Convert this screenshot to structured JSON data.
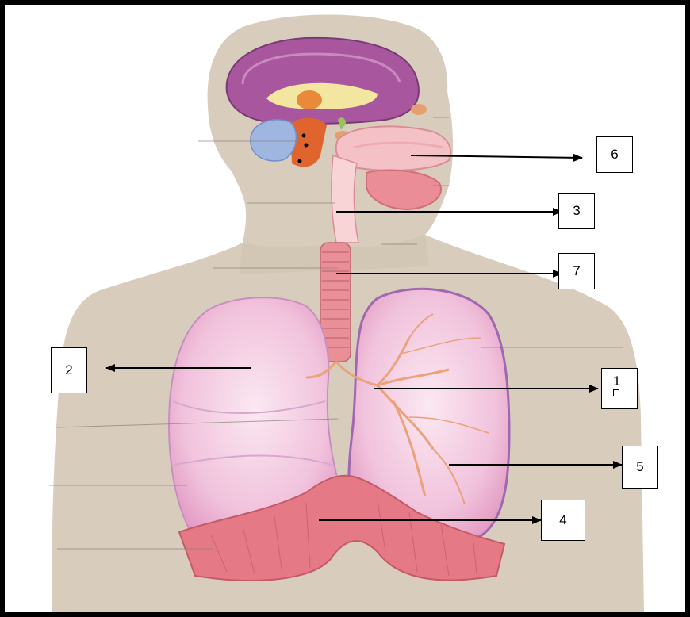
{
  "diagram": {
    "labels": [
      {
        "id": "box-6",
        "text": "6"
      },
      {
        "id": "box-3",
        "text": "3"
      },
      {
        "id": "box-7",
        "text": "7"
      },
      {
        "id": "box-2",
        "text": "2"
      },
      {
        "id": "box-1",
        "text": "1"
      },
      {
        "id": "box-5",
        "text": "5"
      },
      {
        "id": "box-4",
        "text": "4"
      }
    ]
  },
  "colors": {
    "skin": "#d7ccbc",
    "lung": "#f3c9e0",
    "lung_shadow": "#e7a6c8",
    "lung_outline": "#b48bc0",
    "trachea": "#e98f97",
    "diaphragm": "#e57a86",
    "brain": "#a5559a",
    "arrow": "#000000"
  }
}
